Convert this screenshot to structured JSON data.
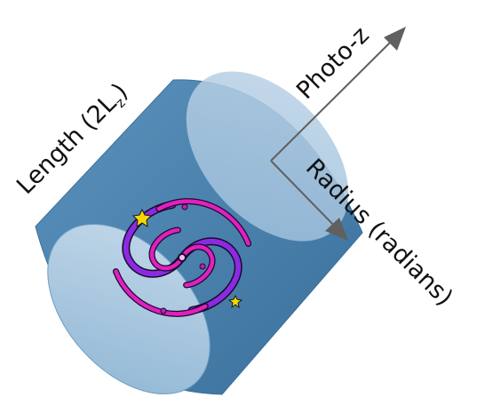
{
  "labels": {
    "length_main": "Length (2L",
    "length_sub": "z",
    "length_close": ")",
    "axis_z": "Photo-z",
    "axis_radius": "Radius (radians)"
  },
  "colors": {
    "cylinder_body": "#4f86b0",
    "cylinder_body_dark": "#3f73a0",
    "end_cap": "#8ab2d1",
    "end_cap_light": "#a8c7de",
    "arrow": "#606060",
    "galaxy_outer": "#8a2be2",
    "galaxy_inner": "#e020c0",
    "star": "#f5d800"
  },
  "icons": [
    "galaxy-icon",
    "star-icon"
  ]
}
